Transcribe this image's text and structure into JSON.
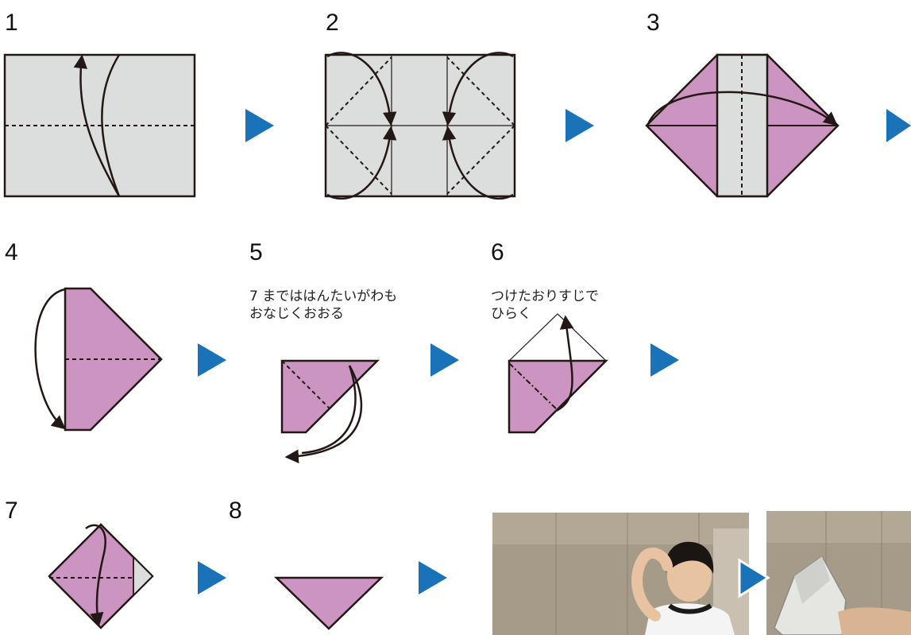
{
  "colors": {
    "paper": "#dcdedd",
    "purple": "#cc94c0",
    "line": "#231815",
    "arrow": "#1a72b8",
    "wall": "#a89c8a"
  },
  "steps": [
    {
      "number": "1"
    },
    {
      "number": "2"
    },
    {
      "number": "3"
    },
    {
      "number": "4"
    },
    {
      "number": "5",
      "note": "7 までははんたいがわも\nおなじくおおる"
    },
    {
      "number": "6",
      "note": "つけたおりすじで\nひらく"
    },
    {
      "number": "7"
    },
    {
      "number": "8"
    }
  ],
  "photos": [
    {
      "description_icon": "child-wearing-paper-hat-photo-icon"
    },
    {
      "description_icon": "folded-newspaper-hat-photo-icon"
    }
  ]
}
